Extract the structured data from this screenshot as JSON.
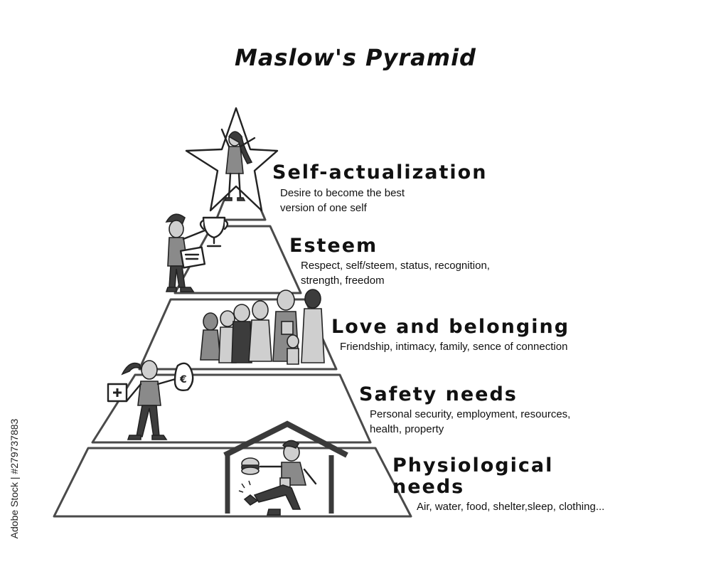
{
  "title": "Maslow's Pyramid",
  "levels": [
    {
      "name": "Self-actualization",
      "description": "Desire to become the best\n  version of one self"
    },
    {
      "name": "Esteem",
      "description": "Respect, self/steem, status, recognition,\n    strength, freedom"
    },
    {
      "name": "Love and belonging",
      "description": "Friendship, intimacy, family, sence of connection"
    },
    {
      "name": "Safety needs",
      "description": "Personal security, employment, resources,\n    health, property"
    },
    {
      "name": "Physiological\nneeds",
      "description": "Air, water, food, shelter,sleep, clothing..."
    }
  ],
  "credit": "Adobe Stock | #279737883",
  "illustrations": [
    {
      "level": "Self-actualization",
      "icon": "star-woman-icon"
    },
    {
      "level": "Esteem",
      "icon": "trophy-diploma-man-icon"
    },
    {
      "level": "Love and belonging",
      "icon": "family-group-icon"
    },
    {
      "level": "Safety needs",
      "icon": "first-aid-money-bag-woman-icon"
    },
    {
      "level": "Physiological needs",
      "icon": "house-burger-man-icon"
    }
  ]
}
